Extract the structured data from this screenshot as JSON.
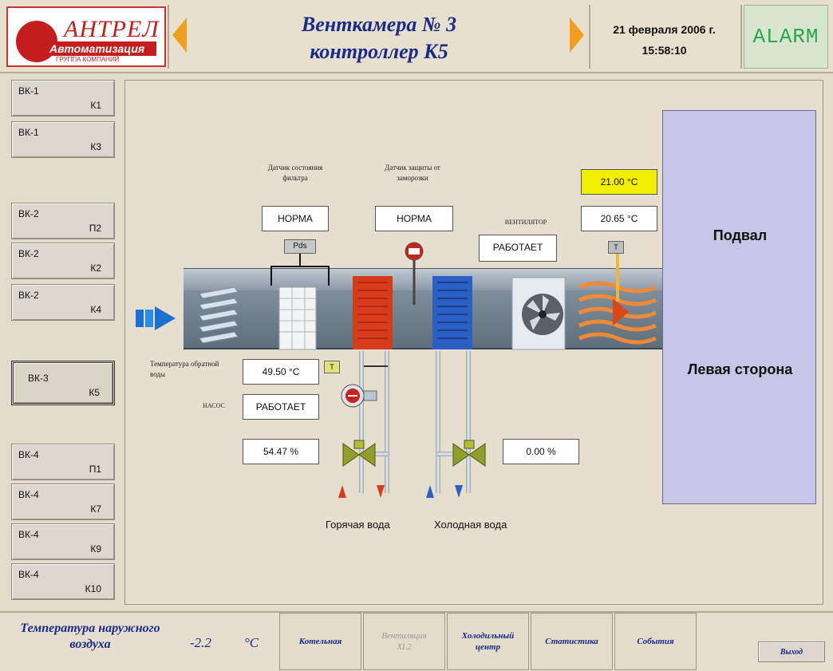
{
  "header": {
    "logo_title": "АНТРЕЛ",
    "logo_subtitle": "Автоматизация",
    "logo_group": "ГРУППА КОМПАНИЙ",
    "title_line1": "Венткамера № 3",
    "title_line2": "контроллер К5",
    "date": "21 февраля 2006 г.",
    "time": "15:58:10",
    "alarm_label": "ALARM"
  },
  "sidebar": {
    "items": [
      {
        "l1": "ВК-1",
        "l2": "К1"
      },
      {
        "l1": "ВК-1",
        "l2": "К3"
      },
      {
        "l1": "ВК-2",
        "l2": "П2"
      },
      {
        "l1": "ВК-2",
        "l2": "К2"
      },
      {
        "l1": "ВК-2",
        "l2": "К4"
      },
      {
        "l1": "ВК-3",
        "l2": "К5"
      },
      {
        "l1": "ВК-4",
        "l2": "П1"
      },
      {
        "l1": "ВК-4",
        "l2": "К7"
      },
      {
        "l1": "ВК-4",
        "l2": "К9"
      },
      {
        "l1": "ВК-4",
        "l2": "К10"
      }
    ]
  },
  "scheme": {
    "filter_sensor_label": "Датчик состояния фильтра",
    "filter_status": "НОРМА",
    "pds_label": "Pds",
    "frost_sensor_label": "Датчик защиты от заморозки",
    "frost_status": "НОРМА",
    "fan_label": "ВЕНТИЛЯТОР",
    "fan_status": "РАБОТАЕТ",
    "setpoint_temp": "21.00 °C",
    "supply_temp": "20.65 °C",
    "t_label": "T",
    "return_water_label": "Температура обратной воды",
    "return_water_temp": "49.50 °C",
    "pump_label": "НАСОС",
    "pump_status": "РАБОТАЕТ",
    "hot_valve_value": "54.47 %",
    "cold_valve_value": "0.00 %",
    "hot_water_label": "Горячая вода",
    "cold_water_label": "Холодная вода",
    "room_label_1": "Подвал",
    "room_label_2": "Левая сторона"
  },
  "footer": {
    "outdoor_label": "Температура наружного воздуха",
    "outdoor_value": "-2.2",
    "outdoor_unit": "°C",
    "buttons": [
      {
        "label": "Котельная"
      },
      {
        "label": "Вентиляция XL2"
      },
      {
        "label": "Холодильный центр"
      },
      {
        "label": "Статистика"
      },
      {
        "label": "События"
      }
    ],
    "exit_label": "Выход"
  },
  "colors": {
    "accent_blue": "#1a2a8c",
    "alarm_green": "#2aa64a",
    "setpoint_yellow": "#f2ee00",
    "hot_red": "#d63b1c",
    "cold_blue": "#2c5fc4"
  }
}
